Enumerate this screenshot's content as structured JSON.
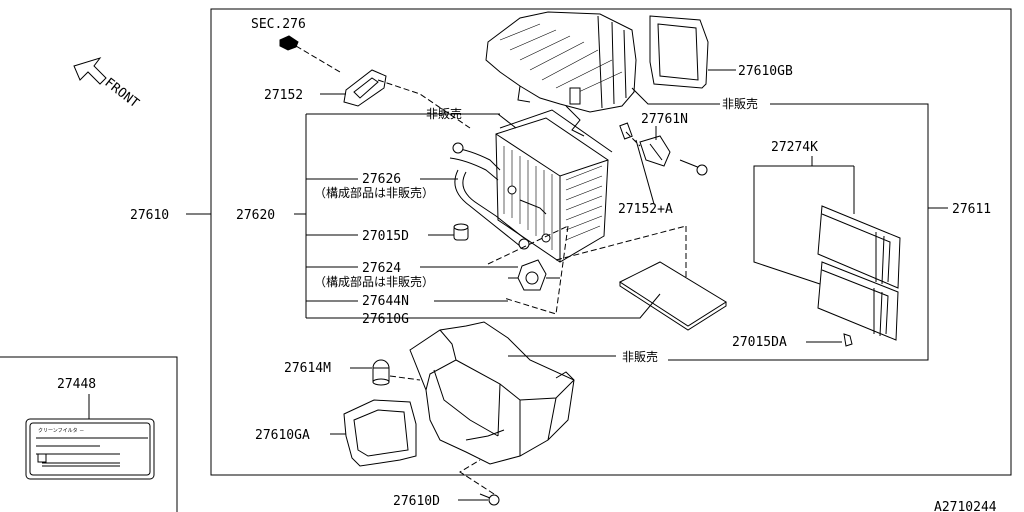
{
  "section_ref": "SEC.276",
  "front_label": "FRONT",
  "diagram_id": "A2710244",
  "not_for_sale": "非販売",
  "component_not_for_sale": "（構成部品は非販売）",
  "label_plate_text": "クリーンフイルタ －",
  "parts": {
    "p27610": "27610",
    "p27620": "27620",
    "p27611": "27611",
    "p27152": "27152",
    "p27152A": "27152+A",
    "p27610GB": "27610GB",
    "p27761N": "27761N",
    "p27274K": "27274K",
    "p27626": "27626",
    "p27015D": "27015D",
    "p27624": "27624",
    "p27644N": "27644N",
    "p27610G": "27610G",
    "p27015DA": "27015DA",
    "p27614M": "27614M",
    "p27610GA": "27610GA",
    "p27610D": "27610D",
    "p27448": "27448"
  }
}
